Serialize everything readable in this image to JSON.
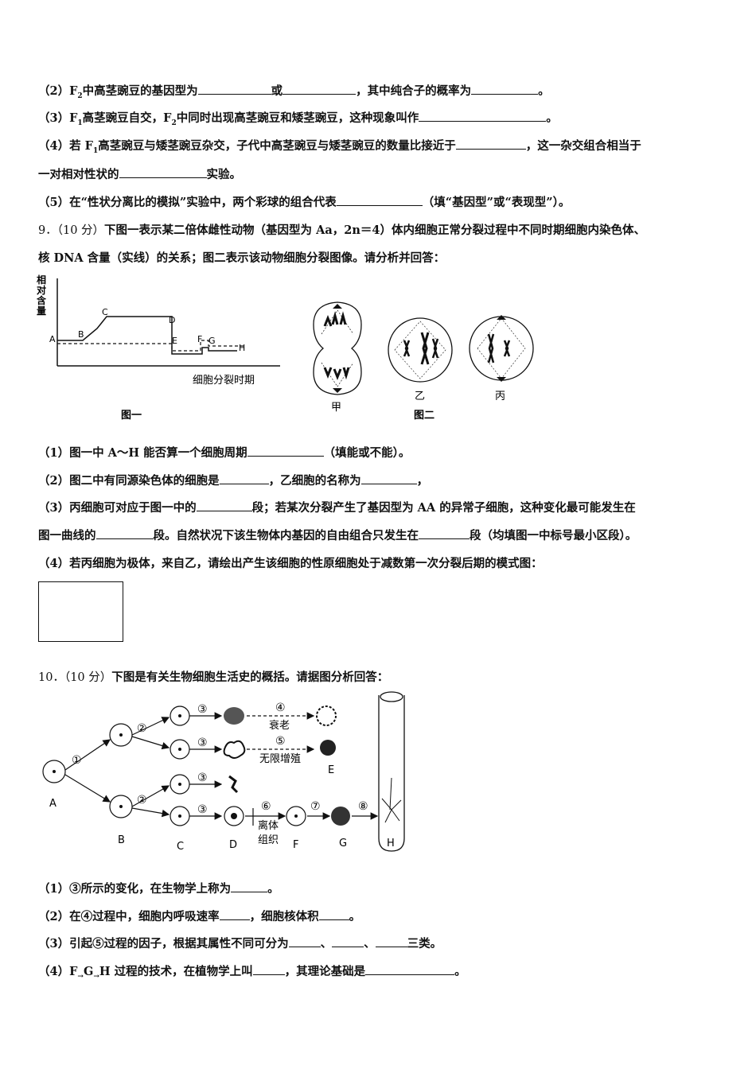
{
  "q8": {
    "p2": {
      "a": "（2）F",
      "b": "2",
      "c": "中高茎豌豆的基因型为",
      "d": "或",
      "e": "，其中纯合子的概率为",
      "f": "。"
    },
    "p3": {
      "a": "（3）F",
      "b": "1",
      "c": "高茎豌豆自交，F",
      "d": "2",
      "e": "中同时出现高茎豌豆和矮茎豌豆，这种现象叫作",
      "f": "。"
    },
    "p4": {
      "a": "（4）若 F",
      "b": "1",
      "c": "高茎豌豆与矮茎豌豆杂交，子代中高茎豌豆与矮茎豌豆的数量比接近于",
      "d": "，这一杂交组合相当于"
    },
    "p4b": {
      "a": "一对相对性状的",
      "b": "实验。"
    },
    "p5": {
      "a": "（5）在“性状分离比的模拟”实验中，两个彩球的组合代表",
      "b": "（填“基因型”或“表现型”）。"
    }
  },
  "q9": {
    "head1": {
      "num": "9．（10 分）",
      "text": "下图一表示某二倍体雌性动物（基因型为 Aa，2n＝4）体内细胞正常分裂过程中不同时期细胞内染色体、"
    },
    "head2": "核 DNA 含量（实线）的关系；图二表示该动物细胞分裂图像。请分析并回答：",
    "fig1": {
      "ylabel": [
        "相",
        "对",
        "含",
        "量"
      ],
      "points": [
        "A",
        "B",
        "C",
        "D",
        "E",
        "F",
        "G",
        "H"
      ],
      "xlabel": "细胞分裂时期",
      "caption": "图一"
    },
    "fig2": {
      "cells": [
        "甲",
        "乙",
        "丙"
      ],
      "caption": "图二"
    },
    "p1": {
      "a": "（1）图一中 A～H 能否算一个细胞周期",
      "b": "（填能或不能）。"
    },
    "p2": {
      "a": "（2）图二中有同源染色体的细胞是",
      "b": "，乙细胞的名称为",
      "c": "，"
    },
    "p3": {
      "a": "（3）丙细胞可对应于图一中的",
      "b": "段；若某次分裂产生了基因型为 AA 的异常子细胞，这种变化最可能发生在"
    },
    "p3b": {
      "a": "图一曲线的",
      "b": "段。自然状况下该生物体内基因的自由组合只发生在",
      "c": "段（均填图一中标号最小区段）。"
    },
    "p4": "（4）若丙细胞为极体，来自乙，请绘出产生该细胞的性原细胞处于减数第一次分裂后期的模式图："
  },
  "q10": {
    "head": {
      "num": "10．（10 分）",
      "text": "下图是有关生物细胞生活史的概括。请据图分析回答："
    },
    "fig": {
      "steps": [
        "①",
        "②",
        "②",
        "③",
        "③",
        "③",
        "③",
        "④",
        "⑤",
        "⑥",
        "⑦",
        "⑧"
      ],
      "labels": {
        "aging": "衰老",
        "infinite": "无限增殖",
        "isolated1": "离体",
        "isolated2": "组织"
      },
      "letters": [
        "A",
        "B",
        "C",
        "D",
        "E",
        "F",
        "G",
        "H"
      ]
    },
    "p1": {
      "a": "（1）③所示的变化，在生物学上称为",
      "b": "。"
    },
    "p2": {
      "a": "（2）在④过程中，细胞内呼吸速率",
      "b": "，细胞核体积",
      "c": "。"
    },
    "p3": {
      "a": "（3）引起⑤过程的因子，根据其属性不同可分为",
      "b": "、",
      "c": "、",
      "d": "三类。"
    },
    "p4": {
      "a": "（4）F",
      "b": "→",
      "c": "G",
      "d": "→",
      "e": "H 过程的技术，在植物学上叫",
      "f": "，其理论基础是",
      "g": "。"
    }
  }
}
